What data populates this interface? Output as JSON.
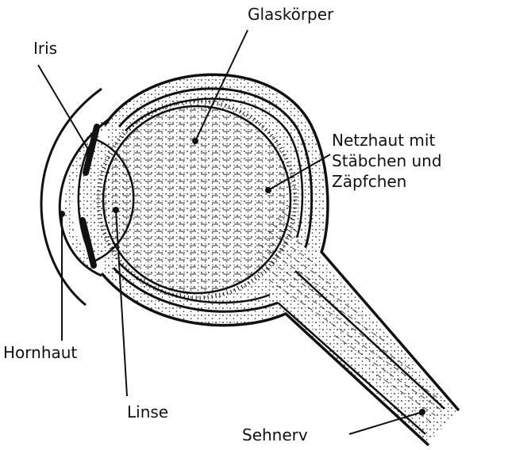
{
  "diagram": {
    "labels": {
      "glaskoerper": "Glaskörper",
      "iris": "Iris",
      "netzhaut_line1": "Netzhaut mit",
      "netzhaut_line2": "Stäbchen und",
      "netzhaut_line3": "Zäpfchen",
      "hornhaut": "Hornhaut",
      "linse": "Linse",
      "sehnerv": "Sehnerv"
    },
    "colors": {
      "ink": "#111111",
      "paper": "#ffffff"
    }
  }
}
